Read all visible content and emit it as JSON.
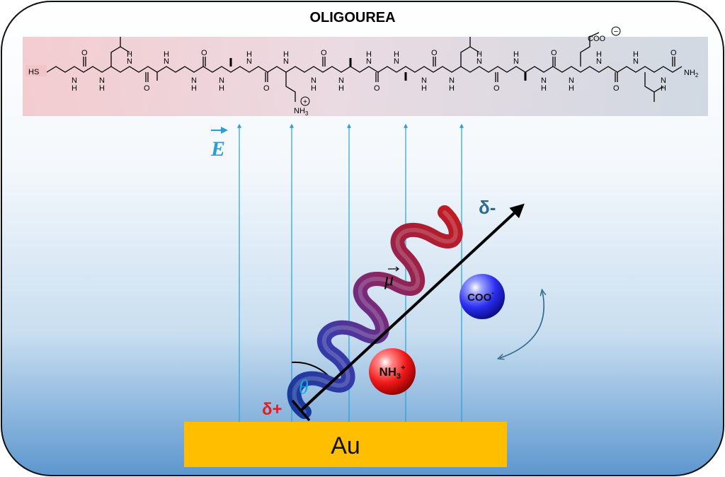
{
  "title": "OLIGOUREA",
  "chem": {
    "hs": "HS",
    "h": "H",
    "n": "N",
    "o": "O",
    "nh3": "NH",
    "sub3": "3",
    "coo": "COO",
    "nh2": "NH",
    "sub2": "2",
    "plus_sym": "+",
    "minus_sym": "−"
  },
  "labels": {
    "field": "E",
    "dipole": "μ",
    "delta_minus": "δ-",
    "delta_plus": "δ+",
    "theta": "θ",
    "nh3_ball": "NH",
    "nh3_sub": "3",
    "nh3_sup": "+",
    "coo_ball": "COO",
    "coo_sup": "-",
    "gold": "Au"
  },
  "colors": {
    "field_lines": "#2a9fd6",
    "delta_minus": "#2e6a8a",
    "delta_plus": "#e31d1d",
    "gold": "#ffbf00",
    "helix_start": "#1a3fa0",
    "helix_end": "#c0161b",
    "theta": "#1aa3e0"
  }
}
